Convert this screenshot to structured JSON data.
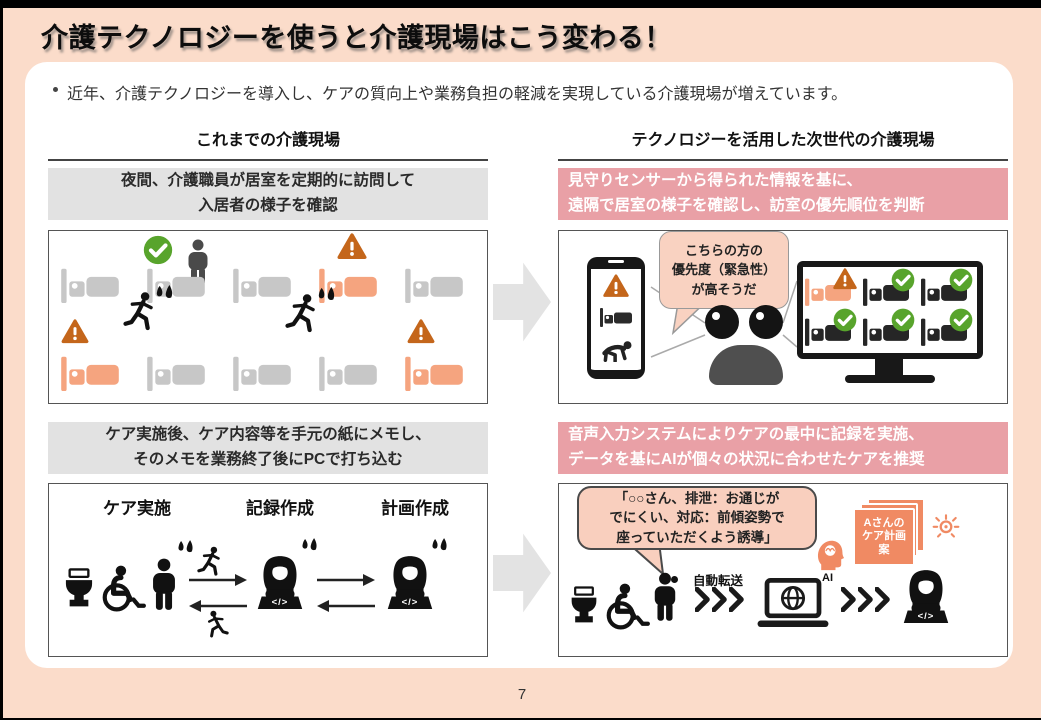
{
  "page": {
    "title": "介護テクノロジーを使うと介護現場はこう変わる！",
    "intro_bullet": "近年、介護テクノロジーを導入し、ケアの質向上や業務負担の軽減を実現している介護現場が増えています。",
    "page_number": "7"
  },
  "left_column": {
    "header": "これまでの介護現場",
    "scene1": {
      "caption_lines": [
        "夜間、介護職員が居室を定期的に訪問して",
        "入居者の様子を確認"
      ]
    },
    "scene2": {
      "caption_lines": [
        "ケア実施後、ケア内容等を手元の紙にメモし、",
        "そのメモを業務終了後にPCで打ち込む"
      ],
      "flow_labels": [
        "ケア実施",
        "記録作成",
        "計画作成"
      ]
    }
  },
  "right_column": {
    "header": "テクノロジーを活用した次世代の介護現場",
    "scene1": {
      "caption_lines": [
        "見守りセンサーから得られた情報を基に、",
        "遠隔で居室の様子を確認し、訪室の優先順位を判断"
      ],
      "bubble_lines": [
        "こちらの方の",
        "優先度（緊急性）",
        "が高そうだ"
      ]
    },
    "scene2": {
      "caption_lines": [
        "音声入力システムによりケアの最中に記録を実施、",
        "データを基にAIが個々の状況に合わせたケアを推奨"
      ],
      "bubble_lines": [
        "「○○さん、排泄：お通じが",
        "でにくい、対応：前傾姿勢で",
        "座っていただくよう誘導」"
      ],
      "auto_transfer_label": "自動転送",
      "ai_label": "AI",
      "care_plan_lines": [
        "Aさんの",
        "ケア計画",
        "案"
      ]
    }
  },
  "icons": {
    "laptop_code_glyph": "</>"
  },
  "colors": {
    "page_bg": "#FBDCCA",
    "card_bg": "#FFFFFF",
    "caption_gray_bg": "#E2E2E2",
    "caption_pink_bg": "#E9A0A6",
    "bed_gray": "#C7C7C7",
    "bed_orange": "#F5A47F",
    "warning_orange": "#C4661B",
    "check_green": "#58A42C",
    "accent_orange": "#F08A63",
    "big_arrow_gray": "#E3E3E3"
  }
}
